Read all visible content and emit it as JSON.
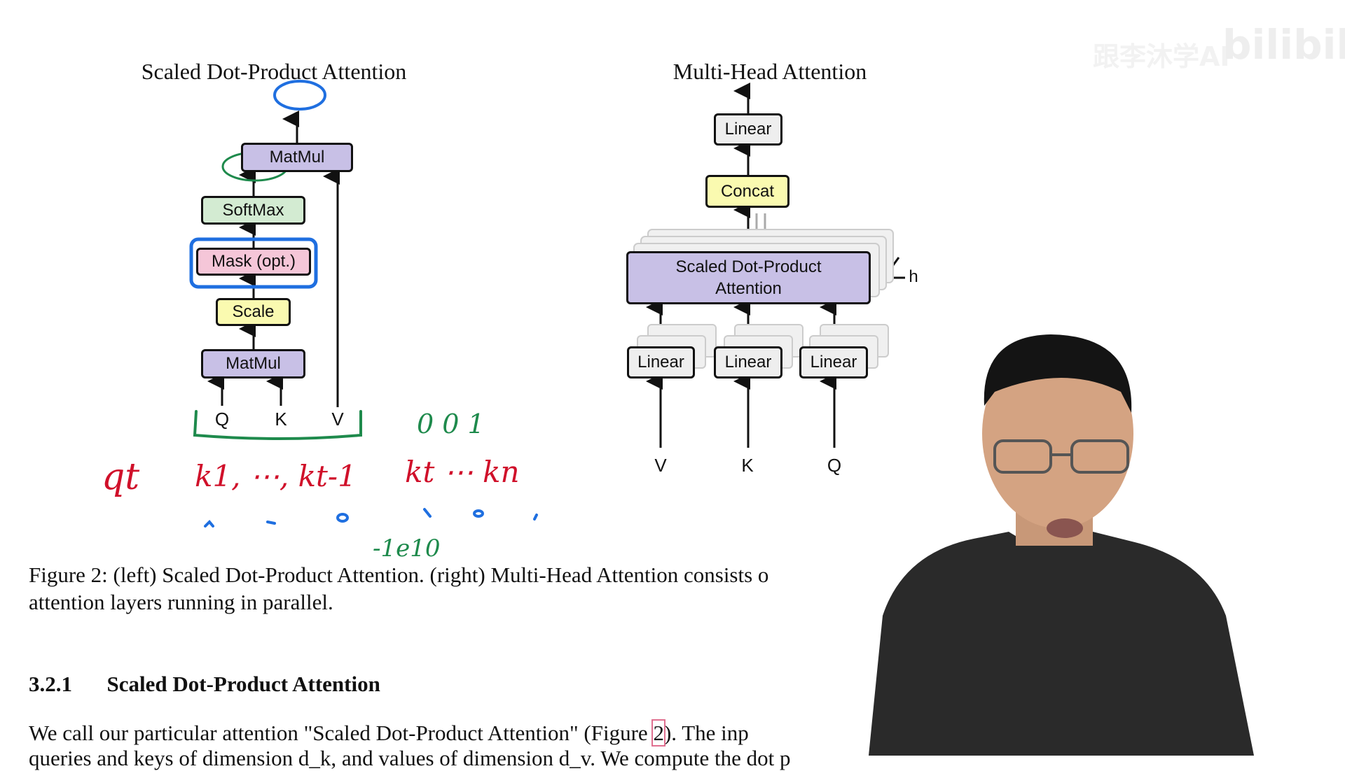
{
  "watermark": {
    "channel": "跟李沐学AI",
    "logo": "bilibili"
  },
  "left_diagram": {
    "title": "Scaled Dot-Product Attention",
    "boxes": {
      "matmul_top": "MatMul",
      "softmax": "SoftMax",
      "mask": "Mask (opt.)",
      "scale": "Scale",
      "matmul_bottom": "MatMul"
    },
    "inputs": [
      "Q",
      "K",
      "V"
    ]
  },
  "right_diagram": {
    "title": "Multi-Head Attention",
    "boxes": {
      "linear_top": "Linear",
      "concat": "Concat",
      "sdpa_line1": "Scaled Dot-Product",
      "sdpa_line2": "Attention",
      "linear_v": "Linear",
      "linear_k": "Linear",
      "linear_q": "Linear"
    },
    "heads_label": "h",
    "inputs": [
      "V",
      "K",
      "Q"
    ]
  },
  "annotations": {
    "query": "qt",
    "keys_before": "k1, ⋯, kt-1",
    "keys_after": "kt ⋯ kn",
    "green_marks": "0   0   1",
    "value_note": "-1e10"
  },
  "paper": {
    "caption_line1": "Figure 2:  (left) Scaled Dot-Product Attention.  (right) Multi-Head Attention consists o",
    "caption_line2": "attention layers running in parallel.",
    "section_number": "3.2.1",
    "section_title": "Scaled Dot-Product Attention",
    "para_line1_a": "We call our particular attention \"Scaled Dot-Product Attention\" (Figure ",
    "para_ref": "2",
    "para_line1_b": ").  The inp",
    "para_line2": "queries and keys of dimension d_k, and values of dimension d_v.  We compute the dot p"
  },
  "colors": {
    "ink_red": "#d0102a",
    "ink_green": "#1e8a4c",
    "ink_blue": "#1f6fe0",
    "ref_box": "#e07090"
  }
}
